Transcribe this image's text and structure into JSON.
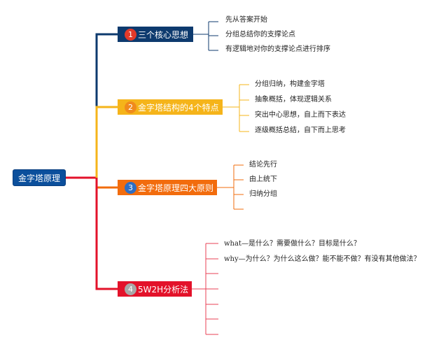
{
  "root": {
    "label": "金字塔原理"
  },
  "branches": [
    {
      "num": "1",
      "label": "三个核心思想",
      "color": "#0d3a6e",
      "num_color": "#e23a2a",
      "leaves": [
        "先从答案开始",
        "分组总结你的支撑论点",
        "有逻辑地对你的支撑论点进行排序"
      ]
    },
    {
      "num": "2",
      "label": "金字塔结构的4个特点",
      "color": "#f5b41a",
      "num_color": "#f08a1c",
      "leaves": [
        "分组归纳，构建金字塔",
        "抽象概括，体现逻辑关系",
        "突出中心思想，自上而下表达",
        "逐级概括总结，自下而上思考"
      ]
    },
    {
      "num": "3",
      "label": "金字塔原理四大原则",
      "color": "#f26c0d",
      "num_color": "#2f6ec2",
      "leaves": [
        "结论先行",
        "由上统下",
        "归纳分组"
      ]
    },
    {
      "num": "4",
      "label": "5W2H分析法",
      "color": "#e3122a",
      "num_color": "#a8a8a8",
      "leaves": [
        "what—是什么？需要做什么？目标是什么？",
        "why—为什么？为什么这么做？能不能不做？有没有其他做法？"
      ]
    }
  ]
}
